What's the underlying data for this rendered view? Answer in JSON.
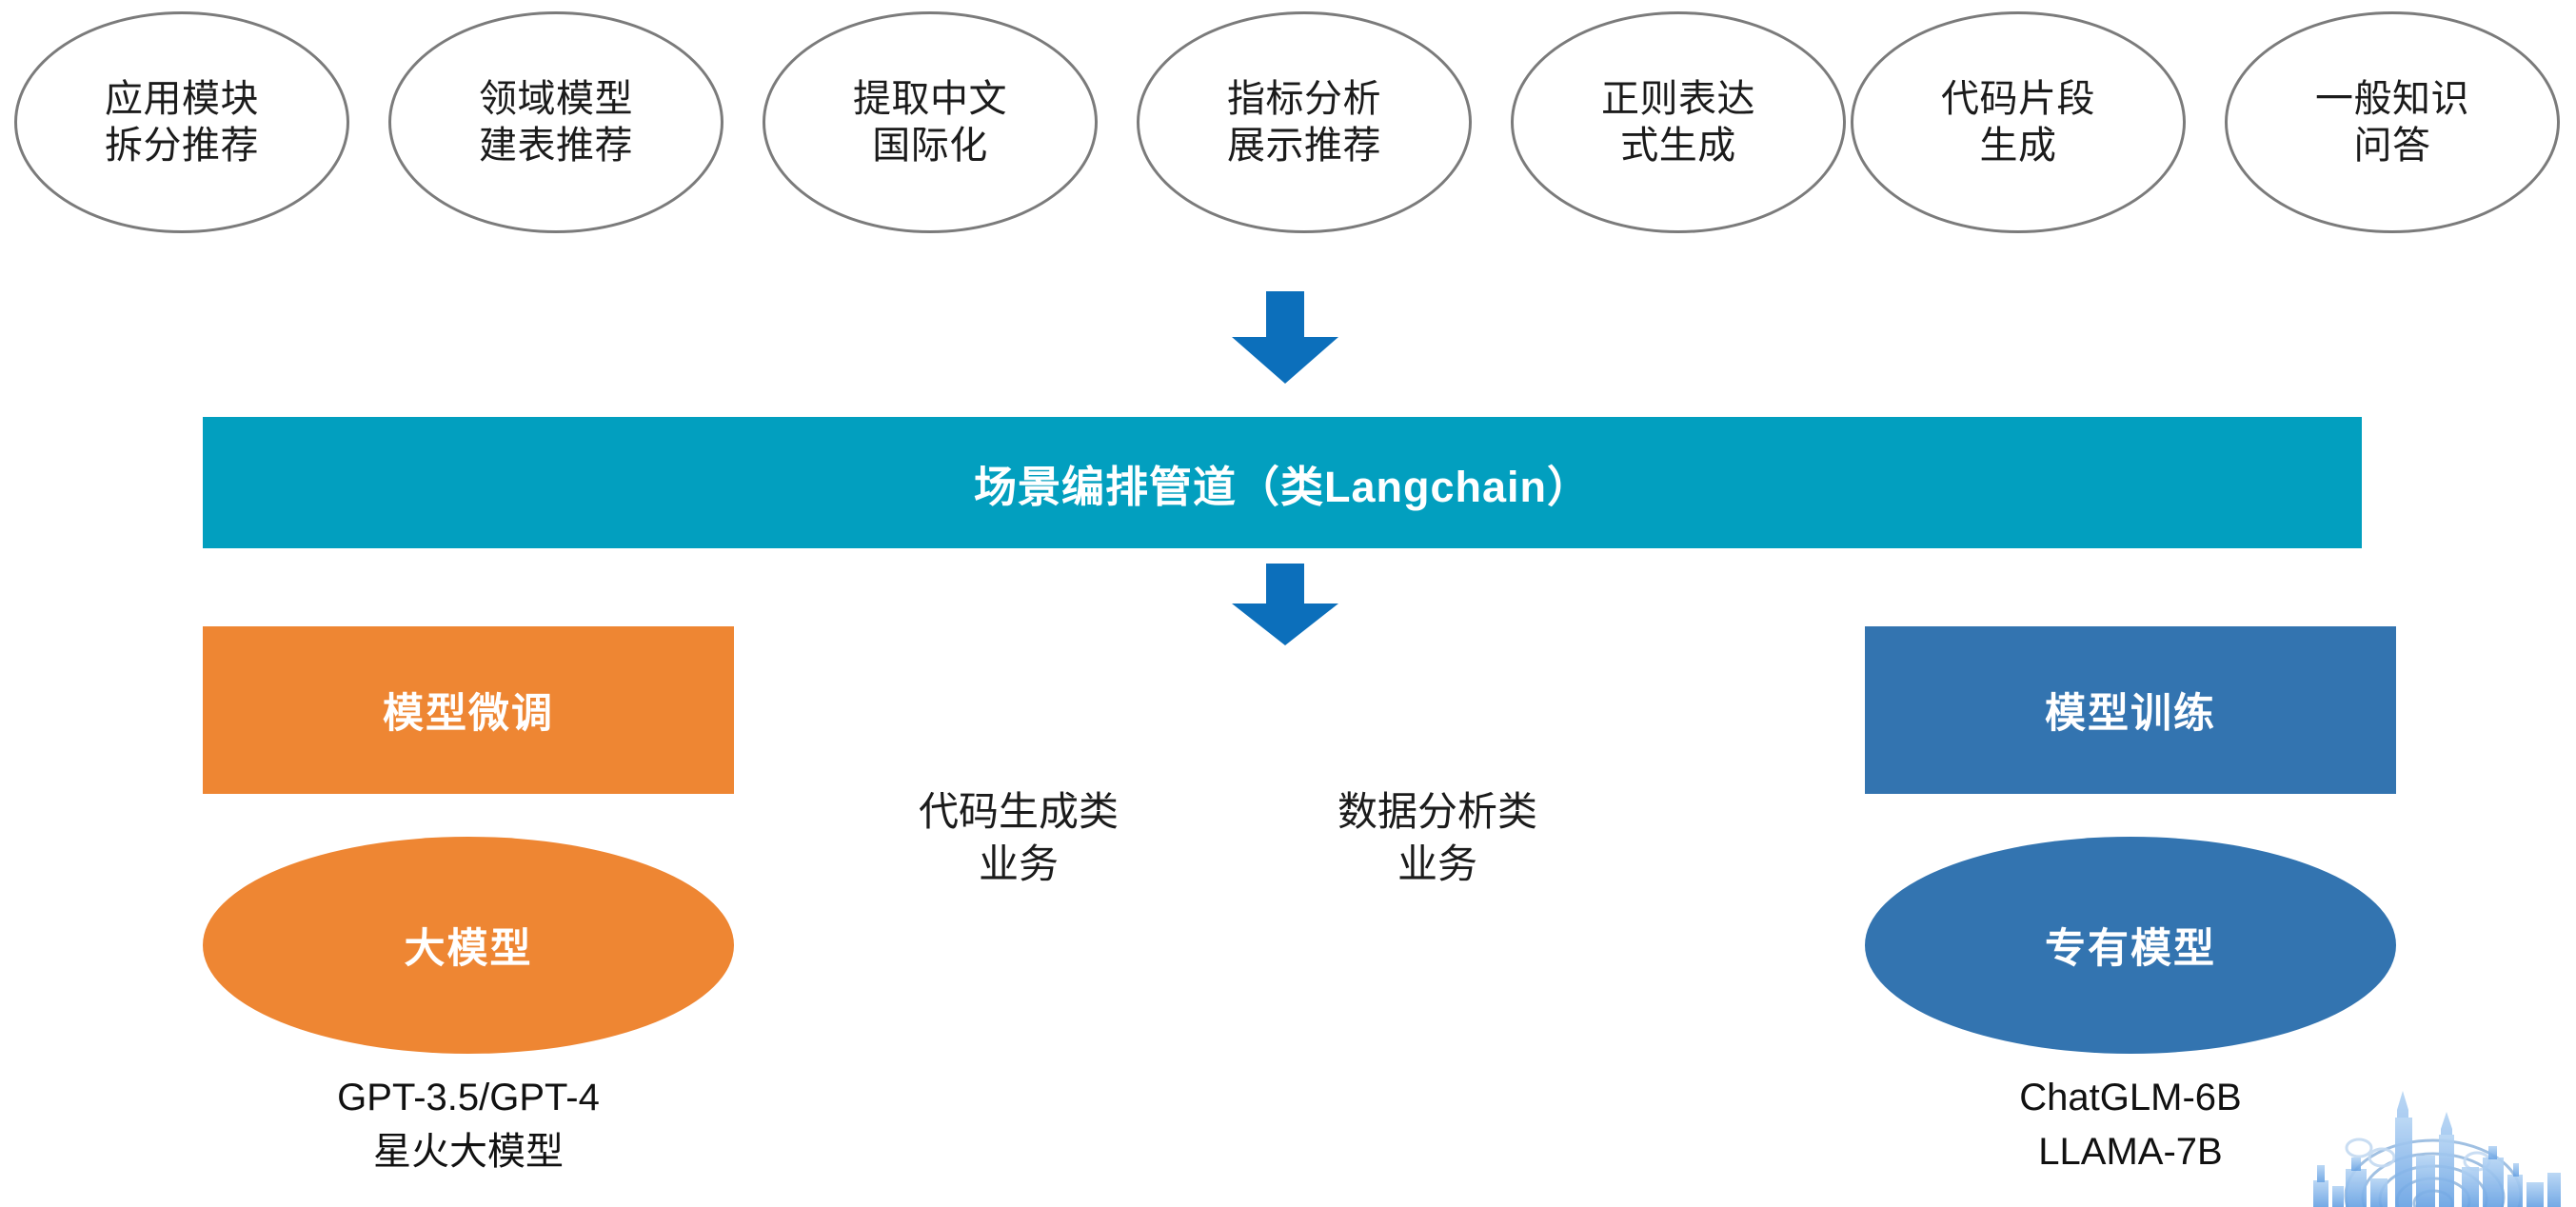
{
  "diagram": {
    "scenarios": [
      {
        "lines": [
          "应用模块",
          "拆分推荐"
        ]
      },
      {
        "lines": [
          "领域模型",
          "建表推荐"
        ]
      },
      {
        "lines": [
          "提取中文",
          "国际化"
        ]
      },
      {
        "lines": [
          "指标分析",
          "展示推荐"
        ]
      },
      {
        "lines": [
          "正则表达",
          "式生成"
        ]
      },
      {
        "lines": [
          "代码片段",
          "生成"
        ]
      },
      {
        "lines": [
          "一般知识",
          "问答"
        ]
      }
    ],
    "pipeline": {
      "label": "场景编排管道（类Langchain）",
      "color": "#029fbf",
      "text_color": "#ffffff"
    },
    "arrows": {
      "color": "#0c6fbb",
      "top_arrow_name": "down-arrow-icon",
      "bottom_arrow_name": "down-arrow-icon"
    },
    "branches": {
      "left": {
        "stage_label": "模型微调",
        "model_label": "大模型",
        "model_names": [
          "GPT-3.5/GPT-4",
          "星火大模型"
        ],
        "color": "#ee8633"
      },
      "right": {
        "stage_label": "模型训练",
        "model_label": "专有模型",
        "model_names": [
          "ChatGLM-6B",
          "LLAMA-7B"
        ],
        "color": "#3374b0"
      }
    },
    "business_categories": [
      {
        "lines": [
          "代码生成类",
          "业务"
        ]
      },
      {
        "lines": [
          "数据分析类",
          "业务"
        ]
      }
    ],
    "watermark": {
      "name": "city-skyline-watermark",
      "color": "#3f8fe0"
    }
  }
}
